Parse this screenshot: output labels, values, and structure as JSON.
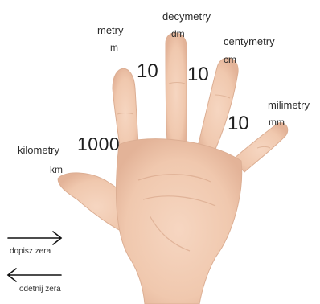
{
  "units": [
    {
      "name": "kilometry",
      "abbr": "km"
    },
    {
      "name": "metry",
      "abbr": "m"
    },
    {
      "name": "decymetry",
      "abbr": "dm"
    },
    {
      "name": "centymetry",
      "abbr": "cm"
    },
    {
      "name": "milimetry",
      "abbr": "mm"
    }
  ],
  "factors": [
    "1000",
    "10",
    "10",
    "10"
  ],
  "legend": {
    "right_label": "dopisz zera",
    "left_label": "odetnij zera"
  },
  "colors": {
    "skin": "#f2cdb4",
    "skin_shadow": "#e3b398",
    "text": "#2b2b2b",
    "background": "#ffffff"
  },
  "icons": {
    "hand": "open-palm-hand",
    "right_arrow": "arrow-right-icon",
    "left_arrow": "arrow-left-icon"
  }
}
